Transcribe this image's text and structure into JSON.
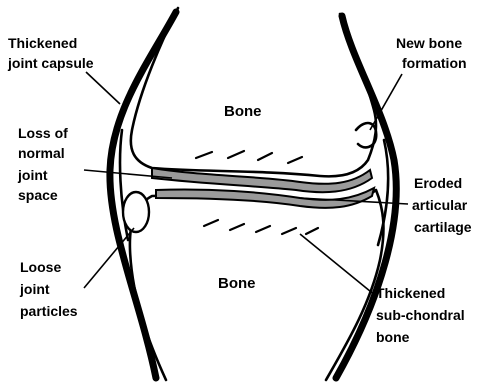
{
  "bones": {
    "upper": "Bone",
    "lower": "Bone"
  },
  "labels": {
    "thickened_joint_capsule": [
      "Thickened",
      "joint capsule"
    ],
    "new_bone_formation": [
      "New bone",
      "formation"
    ],
    "loss_of_normal_joint_space": [
      "Loss of",
      "normal",
      "joint",
      "space"
    ],
    "eroded_articular_cartilage": [
      "Eroded",
      "articular",
      "cartilage"
    ],
    "loose_joint_particles": [
      "Loose",
      "joint",
      "particles"
    ],
    "thickened_sub_chondral_bone": [
      "Thickened",
      "sub-chondral",
      "bone"
    ]
  }
}
